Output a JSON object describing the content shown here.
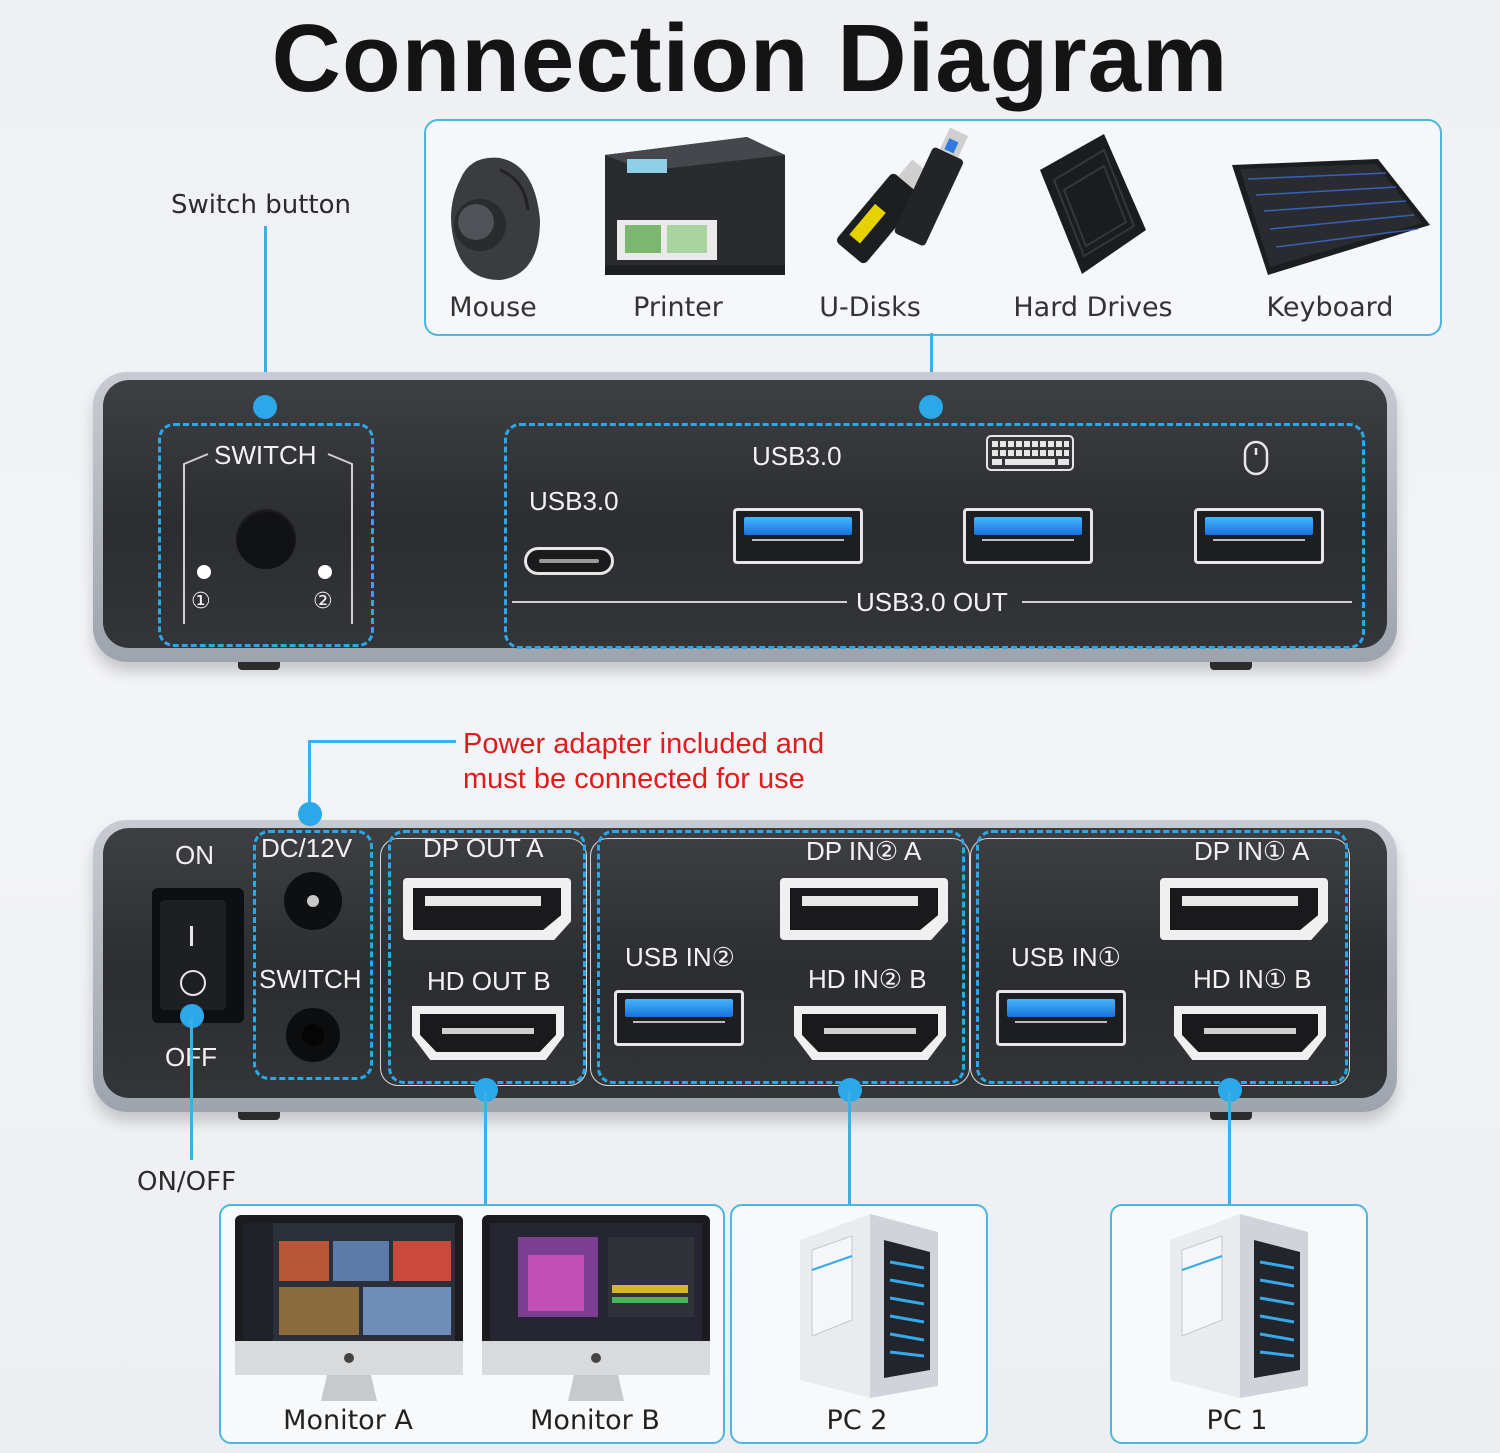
{
  "title": "Connection Diagram",
  "peripherals": [
    {
      "label": "Mouse"
    },
    {
      "label": "Printer"
    },
    {
      "label": "U-Disks"
    },
    {
      "label": "Hard Drives"
    },
    {
      "label": "Keyboard"
    }
  ],
  "callouts": {
    "switch_button": "Switch button",
    "power_note_line1": "Power adapter included and",
    "power_note_line2": "must be connected for use",
    "on_off": "ON/OFF"
  },
  "front_panel": {
    "switch_label": "SWITCH",
    "led1": "①",
    "led2": "②",
    "usbc_label": "USB3.0",
    "usba_label": "USB3.0",
    "out_label": "USB3.0 OUT"
  },
  "rear_panel": {
    "on": "ON",
    "off": "OFF",
    "dc": "DC/12V",
    "switch": "SWITCH",
    "dp_out_a": "DP OUT A",
    "hd_out_b": "HD OUT B",
    "dp_in2_a": "DP IN② A",
    "usb_in2": "USB IN②",
    "hd_in2_b": "HD IN② B",
    "dp_in1_a": "DP IN① A",
    "usb_in1": "USB IN①",
    "hd_in1_b": "HD IN① B"
  },
  "outputs": [
    {
      "label": "Monitor A"
    },
    {
      "label": "Monitor B"
    },
    {
      "label": "PC 2"
    },
    {
      "label": "PC 1"
    }
  ],
  "colors": {
    "accent": "#2aa8ea",
    "note_red": "#e01b1b",
    "panel_dark": "#2e3033"
  }
}
